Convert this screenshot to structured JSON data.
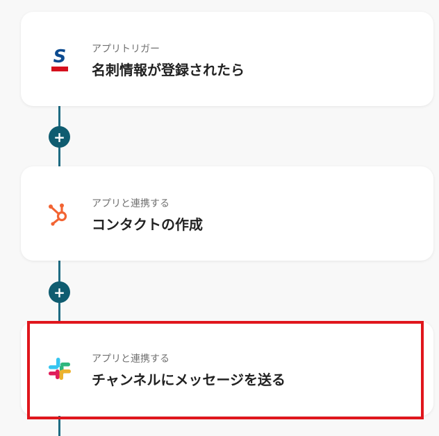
{
  "steps": [
    {
      "subtitle": "アプリトリガー",
      "title": "名刺情報が登録されたら",
      "icon": "sansan-logo-icon"
    },
    {
      "subtitle": "アプリと連携する",
      "title": "コンタクトの作成",
      "icon": "hubspot-logo-icon"
    },
    {
      "subtitle": "アプリと連携する",
      "title": "チャンネルにメッセージを送る",
      "icon": "slack-logo-icon"
    }
  ],
  "add_button_symbol": "+",
  "colors": {
    "connector": "#1e6b82",
    "add_button": "#0f5c70",
    "highlight": "#e0161c",
    "hubspot": "#f26433",
    "sansan_blue": "#0b4a8f",
    "sansan_red": "#d5101d"
  }
}
